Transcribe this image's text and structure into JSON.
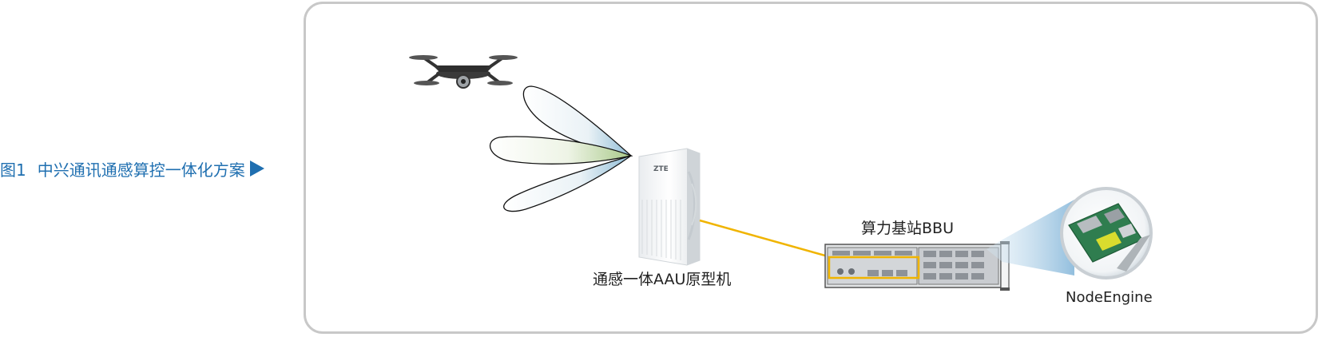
{
  "caption": {
    "figure_number": "图1",
    "title": "中兴通讯通感算控一体化方案"
  },
  "diagram": {
    "aau_label": "通感一体AAU原型机",
    "aau_brand": "ZTE",
    "bbu_label": "算力基站BBU",
    "board_label": "NodeEngine"
  },
  "colors": {
    "caption": "#1f6fb0",
    "link": "#f0b400",
    "frame": "#c8c8c8"
  }
}
